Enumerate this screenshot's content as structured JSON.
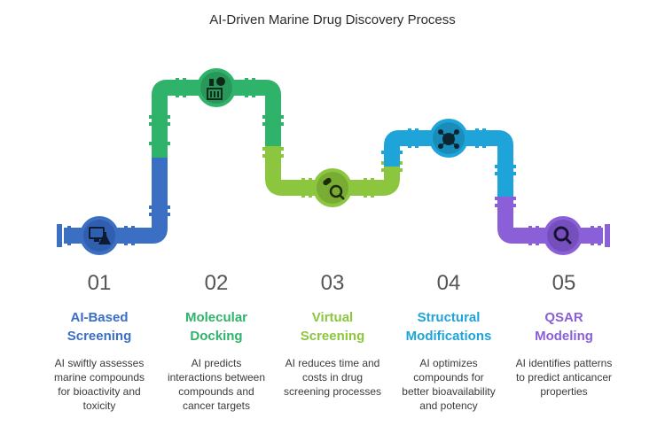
{
  "title": "AI-Driven Marine Drug Discovery Process",
  "colors": {
    "step1": "#3a6fc4",
    "step2": "#2fb36b",
    "step3": "#8cc63f",
    "step4": "#1fa4d9",
    "step5": "#8a5fd8"
  },
  "steps": [
    {
      "number": "01",
      "title_line1": "AI-Based",
      "title_line2": "Screening",
      "desc_lines": [
        "AI swiftly assesses",
        "marine compounds",
        "for bioactivity and",
        "toxicity"
      ],
      "icon": "computer-flask-icon"
    },
    {
      "number": "02",
      "title_line1": "Molecular",
      "title_line2": "Docking",
      "desc_lines": [
        "AI predicts",
        "interactions between",
        "compounds and",
        "cancer targets"
      ],
      "icon": "lab-equipment-icon"
    },
    {
      "number": "03",
      "title_line1": "Virtual",
      "title_line2": "Screening",
      "desc_lines": [
        "AI reduces time and",
        "costs in drug",
        "screening processes"
      ],
      "icon": "pill-search-icon"
    },
    {
      "number": "04",
      "title_line1": "Structural",
      "title_line2": "Modifications",
      "desc_lines": [
        "AI optimizes",
        "compounds for",
        "better bioavailability",
        "and potency"
      ],
      "icon": "molecule-icon"
    },
    {
      "number": "05",
      "title_line1": "QSAR",
      "title_line2": "Modeling",
      "desc_lines": [
        "AI identifies patterns",
        "to predict anticancer",
        "properties"
      ],
      "icon": "magnifier-icon"
    }
  ]
}
